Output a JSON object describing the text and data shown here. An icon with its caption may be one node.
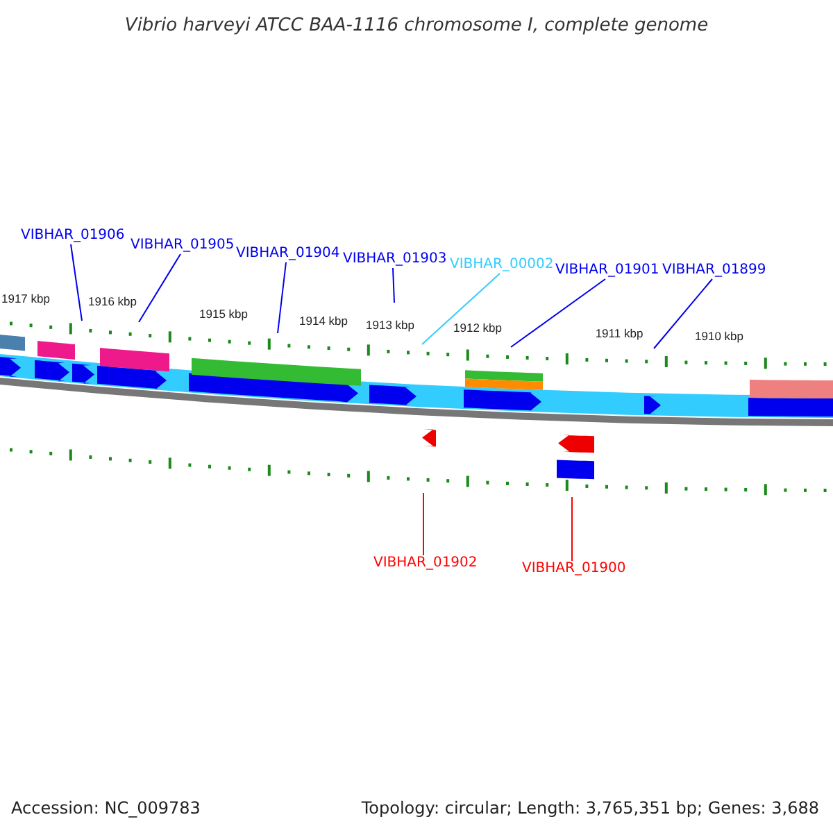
{
  "diagram": {
    "title": "Vibrio harveyi ATCC BAA-1116 chromosome I, complete genome",
    "nodes": [
      {
        "text": [
          "VIBHAR_01906"
        ]
      },
      {
        "text": [
          "VIBHAR_01905"
        ]
      },
      {
        "text": [
          "VIBHAR_01904"
        ]
      },
      {
        "text": [
          "VIBHAR_01903"
        ]
      },
      {
        "text": [
          "VIBHAR_00002"
        ]
      },
      {
        "text": [
          "VIBHAR_01901"
        ]
      },
      {
        "text": [
          "VIBHAR_01899"
        ]
      },
      {
        "text": [
          "VIBHAR_01902"
        ]
      },
      {
        "text": [
          "VIBHAR_01900"
        ]
      }
    ],
    "edges": [
      {
        "from": 0,
        "to": null,
        "arrow": "none"
      },
      {
        "from": 1,
        "to": null,
        "arrow": "none"
      },
      {
        "from": 2,
        "to": null,
        "arrow": "none"
      },
      {
        "from": 3,
        "to": null,
        "arrow": "none"
      },
      {
        "from": 4,
        "to": null,
        "arrow": "none",
        "color": "#33ccff"
      },
      {
        "from": 5,
        "to": null,
        "arrow": "none"
      },
      {
        "from": 6,
        "to": null,
        "arrow": "none"
      },
      {
        "from": 7,
        "to": null,
        "arrow": "none",
        "color": "#ff0000"
      },
      {
        "from": 8,
        "to": null,
        "arrow": "none",
        "color": "#ff0000"
      }
    ],
    "labels": [
      "1917 kbp",
      "1916 kbp",
      "1915 kbp",
      "1914 kbp",
      "1913 kbp",
      "1912 kbp",
      "1911 kbp",
      "1910 kbp",
      "Accession: NC_009783",
      "Topology: circular; Length: 3,765,351 bp; Genes: 3,688"
    ]
  }
}
